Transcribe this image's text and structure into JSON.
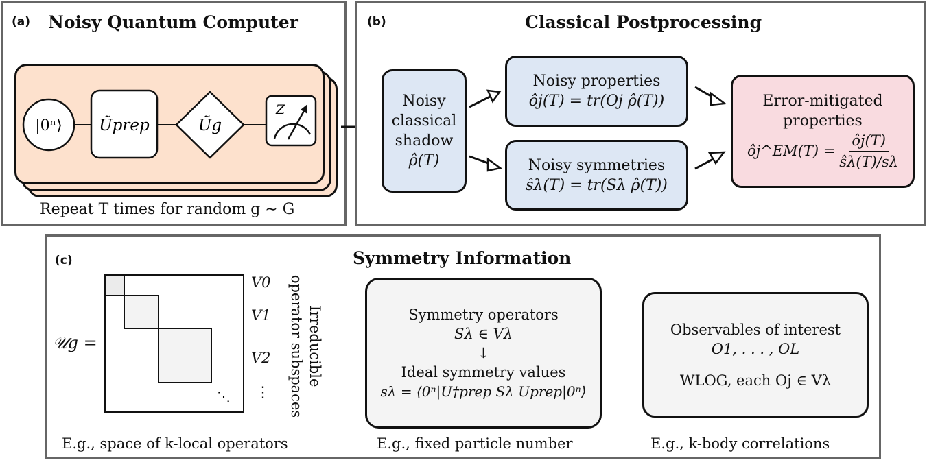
{
  "panel_a": {
    "tag": "(a)",
    "title": "Noisy Quantum Computer",
    "circuit": {
      "input_state": "|0ⁿ⟩",
      "prep_gate": "Ũprep",
      "random_gate": "Ũg",
      "measure_basis": "Z"
    },
    "caption": "Repeat T times for random g ∼ G"
  },
  "panel_b": {
    "tag": "(b)",
    "title": "Classical Postprocessing",
    "shadow": {
      "lines": [
        "Noisy",
        "classical",
        "shadow"
      ],
      "formula": "ρ̂(T)"
    },
    "properties": {
      "label": "Noisy properties",
      "formula": "ôj(T) = tr(Oj ρ̂(T))"
    },
    "symmetries": {
      "label": "Noisy symmetries",
      "formula": "ŝλ(T) = tr(Sλ ρ̂(T))"
    },
    "mitigated": {
      "lines": [
        "Error-mitigated",
        "properties"
      ],
      "lhs": "ôj^EM(T) =",
      "numerator": "ôj(T)",
      "denominator": "ŝλ(T)/sλ"
    }
  },
  "panel_c": {
    "tag": "(c)",
    "title": "Symmetry Information",
    "matrix": {
      "lhs": "𝒰g =",
      "blocks": [
        "V0",
        "V1",
        "V2"
      ],
      "more_blocks": "⋮",
      "side_label_lines": [
        "Irreducible",
        "operator subspaces"
      ],
      "caption": "E.g., space of k-local operators"
    },
    "symmetry_box": {
      "line1": "Symmetry operators",
      "line2": "Sλ ∈ Vλ",
      "arrow": "↓",
      "line3": "Ideal symmetry values",
      "line4": "sλ = ⟨0ⁿ|U†prep Sλ Uprep|0ⁿ⟩",
      "caption": "E.g., fixed particle number"
    },
    "observables_box": {
      "line1": "Observables of interest",
      "line2": "O1, . . . , OL",
      "line3": "WLOG, each Oj ∈ Vλ",
      "caption": "E.g., k-body correlations"
    }
  },
  "colors": {
    "panel_border": "#666666",
    "blue_fill": "#dde7f4",
    "pink_fill": "#f9dbe0",
    "peach_fill": "#fde1cd",
    "grey_fill": "#f4f4f4"
  }
}
